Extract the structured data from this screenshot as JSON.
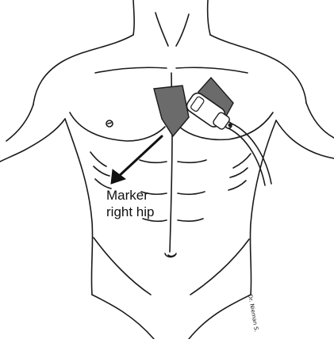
{
  "annotation": {
    "line1": "Marker",
    "line2": "right hip"
  },
  "signature": "Dr. Nieman S.",
  "colors": {
    "probe_shadow": "#6b6b6b",
    "line": "#1a1a1a",
    "background": "#ffffff"
  }
}
